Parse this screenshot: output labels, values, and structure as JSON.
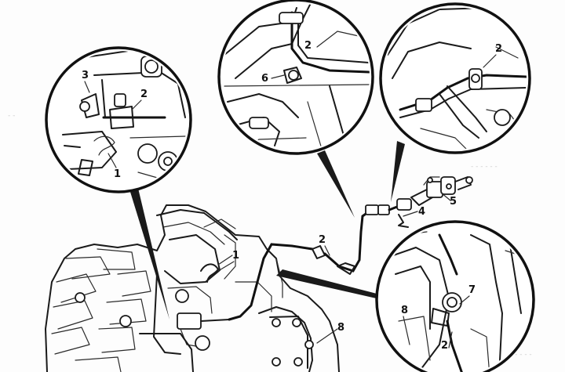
{
  "callouts": {
    "c1": [
      {
        "id": "3",
        "text": "3"
      },
      {
        "id": "2",
        "text": "2"
      },
      {
        "id": "1",
        "text": "1"
      }
    ],
    "c2": [
      {
        "id": "2",
        "text": "2"
      },
      {
        "id": "6",
        "text": "6"
      }
    ],
    "c3": [
      {
        "id": "2",
        "text": "2"
      }
    ],
    "c4": [
      {
        "id": "7",
        "text": "7"
      },
      {
        "id": "8",
        "text": "8"
      },
      {
        "id": "2",
        "text": "2"
      }
    ],
    "main": [
      {
        "id": "2",
        "text": "2"
      },
      {
        "id": "1",
        "text": "1"
      },
      {
        "id": "4",
        "text": "4"
      },
      {
        "id": "5",
        "text": "5"
      },
      {
        "id": "8",
        "text": "8"
      }
    ]
  }
}
